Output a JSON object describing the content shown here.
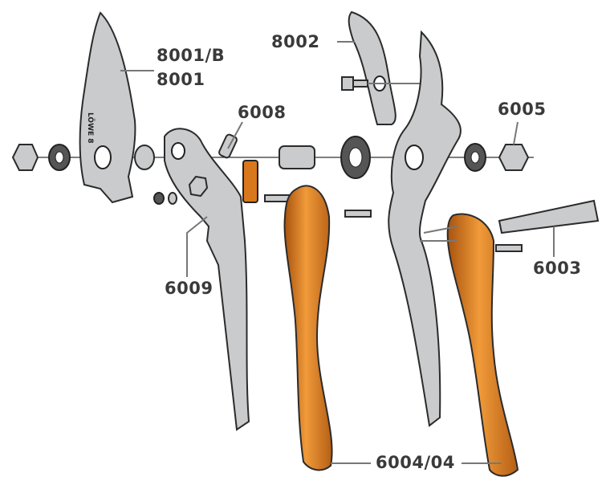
{
  "diagram": {
    "blade_marking": "LÖWE 8",
    "labels": {
      "blade_b": "8001/B",
      "blade": "8001",
      "anvil": "8002",
      "spring_pin": "6008",
      "nut_set": "6005",
      "lower_screw": "6009",
      "spring": "6003",
      "handles": "6004/04"
    },
    "colors": {
      "handle": "#d9771c",
      "metal": "#c9cbcd",
      "outline": "#2b2b2b"
    }
  }
}
